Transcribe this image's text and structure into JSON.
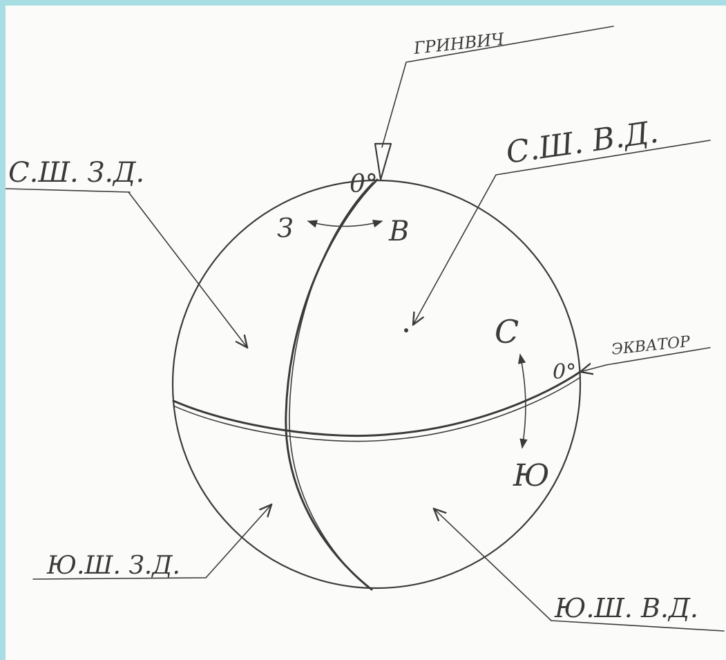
{
  "labels": {
    "greenwich": "ГРИНВИЧ",
    "nw": "С.Ш. З.Д.",
    "ne": "С.Ш. В.Д.",
    "equator": "ЭКВАТОР",
    "sw": "Ю.Ш. З.Д.",
    "se": "Ю.Ш. В.Д.",
    "west": "З",
    "east": "В",
    "north": "С",
    "south": "Ю",
    "zero_meridian": "0°",
    "zero_equator": "0°"
  },
  "colors": {
    "frame": "#a9dde4",
    "paper": "#fbfbfa",
    "ink": "#3a3a3a"
  }
}
